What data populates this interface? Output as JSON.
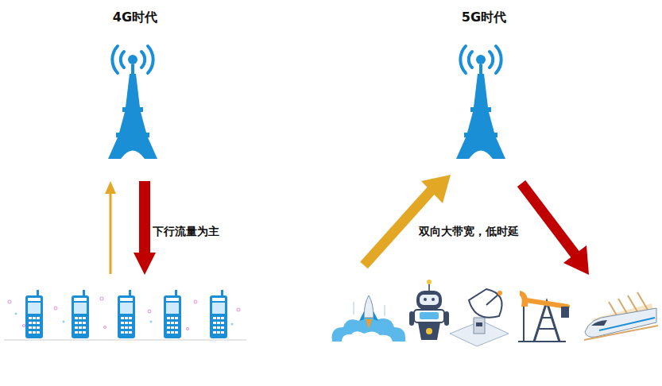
{
  "diagram": {
    "labels": [
      "4G时代",
      "5G时代",
      "下行流量为主",
      "双向大带宽，低时延"
    ]
  }
}
